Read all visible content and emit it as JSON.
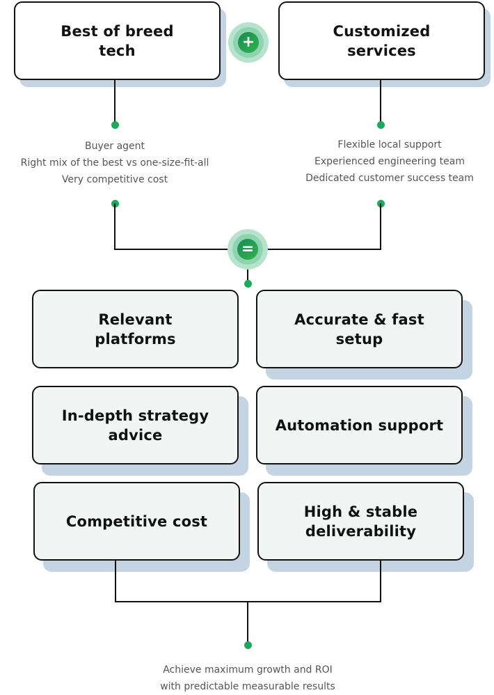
{
  "inputs": [
    {
      "title": "Best of breed tech",
      "title_lines": [
        "Best of breed",
        "tech"
      ],
      "bullets": [
        "Buyer agent",
        "Right mix of the best vs one-size-fit-all",
        "Very competitive cost"
      ]
    },
    {
      "title": "Customized services",
      "title_lines": [
        "Customized",
        "services"
      ],
      "bullets": [
        "Flexible local support",
        "Experienced engineering team",
        "Dedicated customer success team"
      ]
    }
  ],
  "operators": {
    "plus": {
      "icon": "plus-icon",
      "glyph": "+"
    },
    "equals": {
      "icon": "equals-icon",
      "glyph": "="
    }
  },
  "benefits": [
    {
      "lines": [
        "Relevant",
        "platforms"
      ]
    },
    {
      "lines": [
        "Accurate & fast",
        "setup"
      ]
    },
    {
      "lines": [
        "In-depth strategy",
        "advice"
      ]
    },
    {
      "lines": [
        "Automation support"
      ]
    },
    {
      "lines": [
        "Competitive cost"
      ]
    },
    {
      "lines": [
        "High & stable",
        "deliverability"
      ]
    }
  ],
  "outcome": {
    "lines": [
      "Achieve maximum growth and ROI",
      "with predictable measurable results"
    ]
  },
  "colors": {
    "accent_green": "#1aaa5c",
    "shadow_blue": "#c5d4e2",
    "feature_fill": "#f1f6f4"
  }
}
